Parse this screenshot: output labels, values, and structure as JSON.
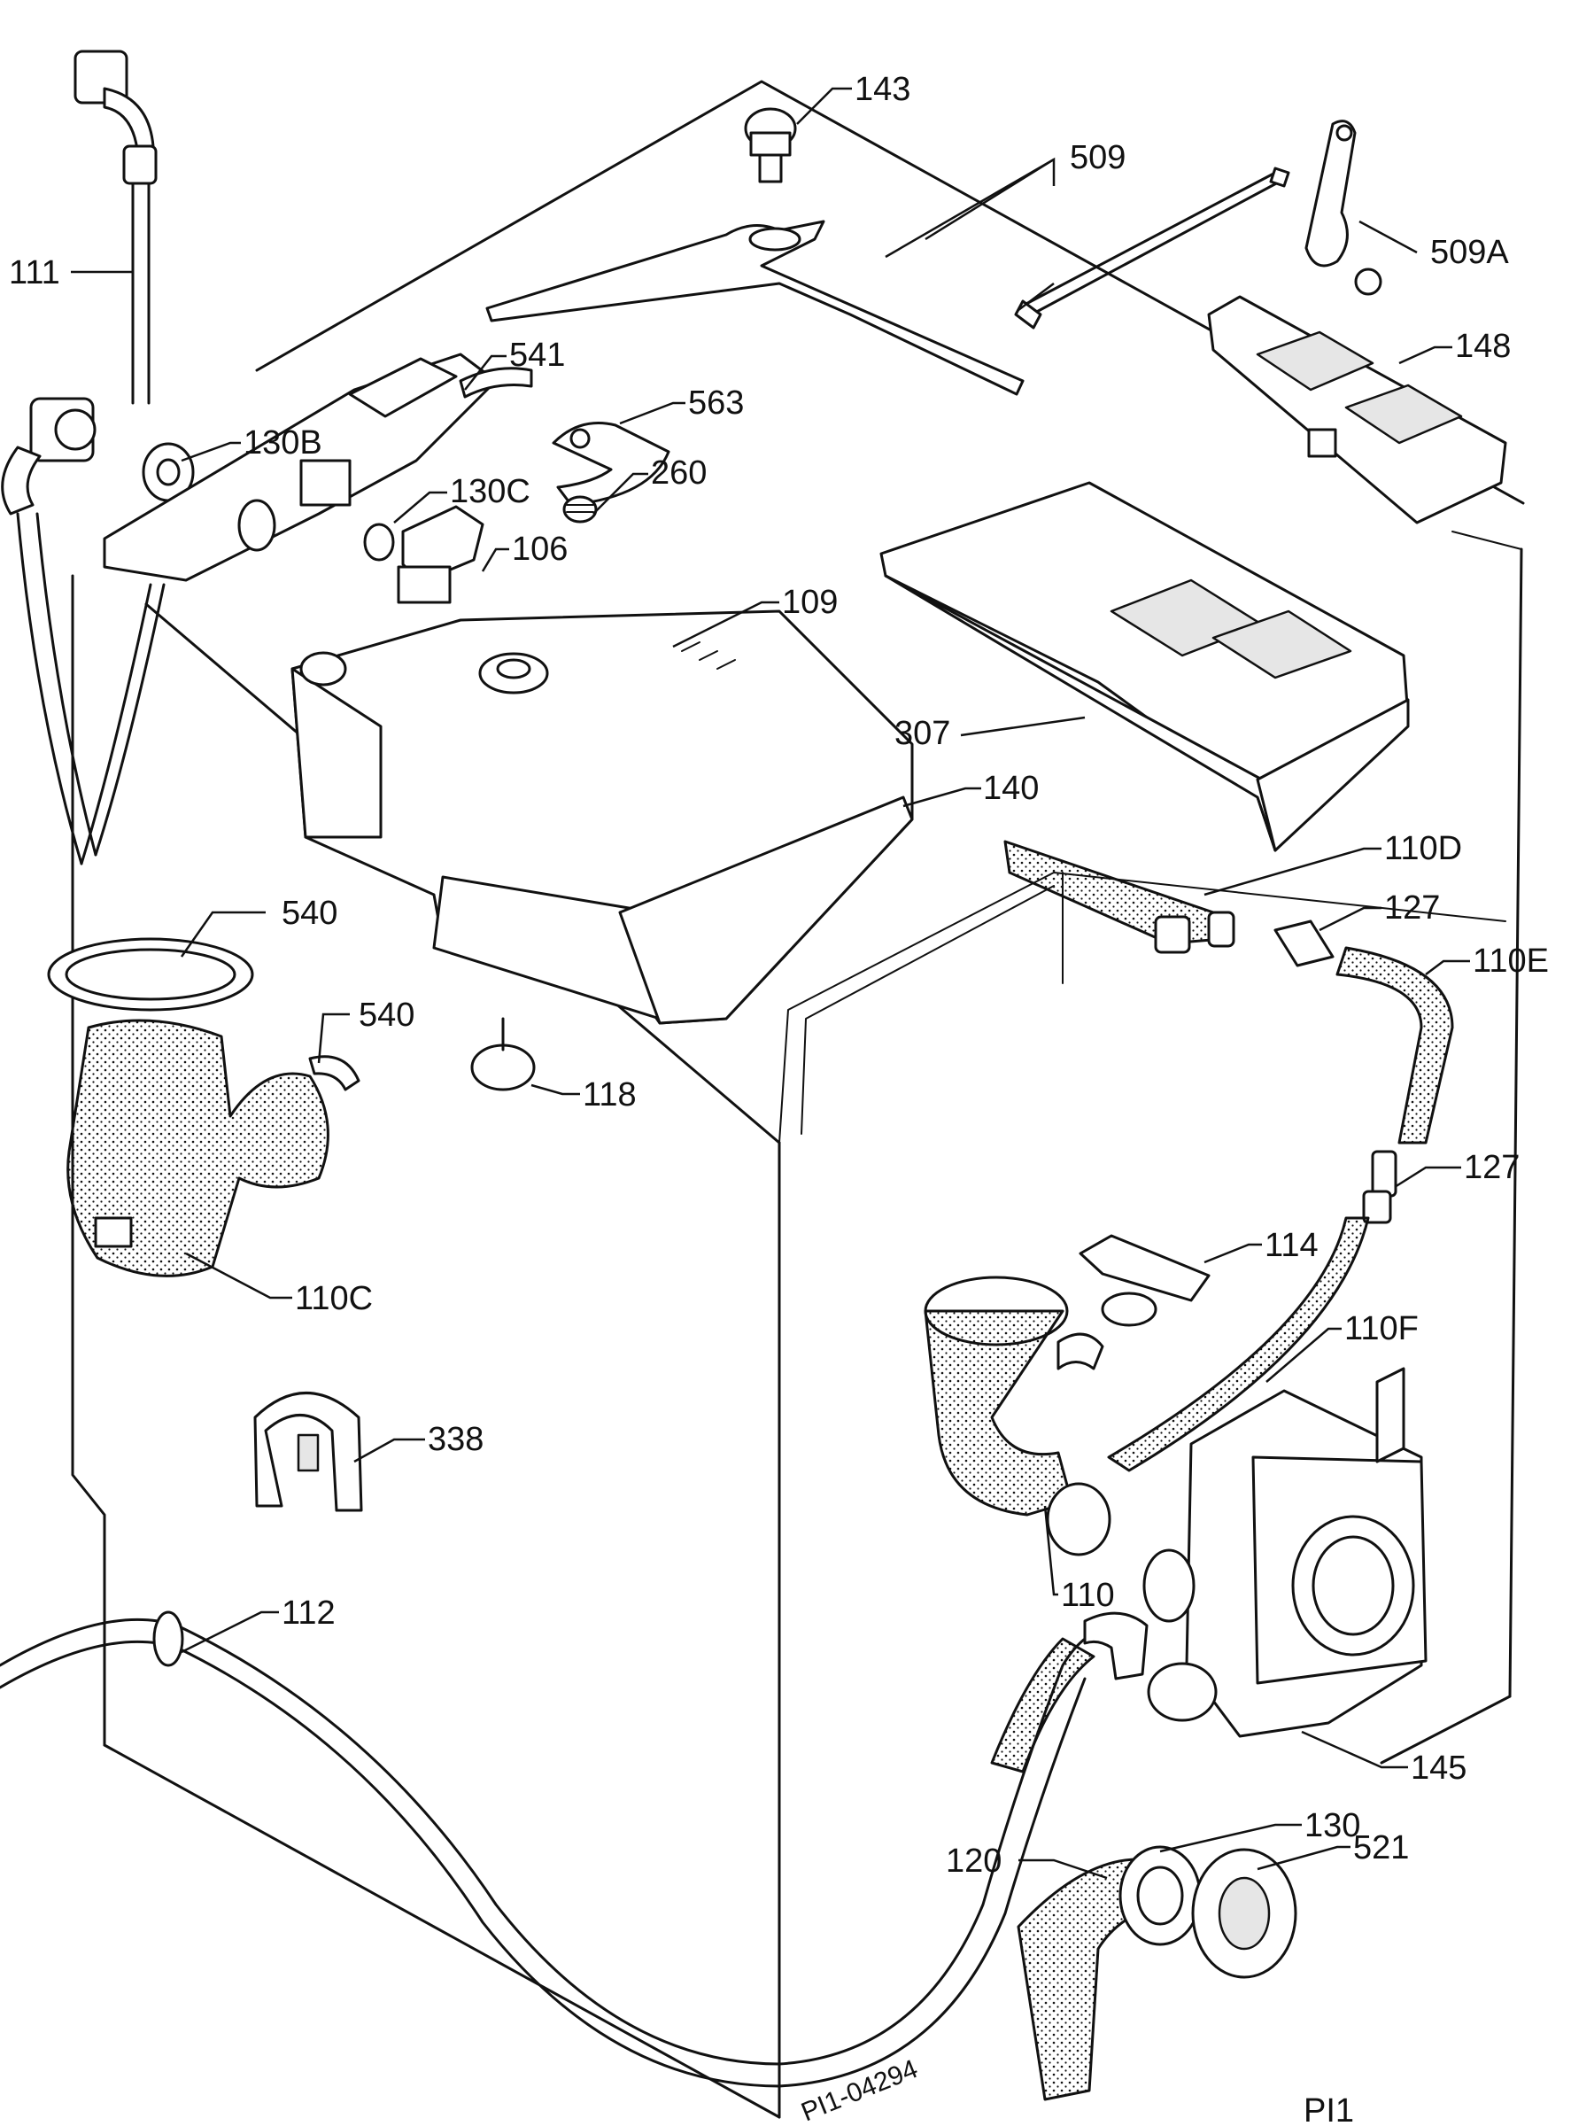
{
  "diagram": {
    "parts": [
      {
        "id": "p143",
        "label": "143"
      },
      {
        "id": "p509",
        "label": "509"
      },
      {
        "id": "p509a",
        "label": "509A"
      },
      {
        "id": "p111",
        "label": "111"
      },
      {
        "id": "p541",
        "label": "541"
      },
      {
        "id": "p148",
        "label": "148"
      },
      {
        "id": "p563",
        "label": "563"
      },
      {
        "id": "p130b",
        "label": "130B"
      },
      {
        "id": "p260",
        "label": "260"
      },
      {
        "id": "p130c",
        "label": "130C"
      },
      {
        "id": "p106",
        "label": "106"
      },
      {
        "id": "p109",
        "label": "109"
      },
      {
        "id": "p307",
        "label": "307"
      },
      {
        "id": "p140",
        "label": "140"
      },
      {
        "id": "p110d",
        "label": "110D"
      },
      {
        "id": "p540a",
        "label": "540"
      },
      {
        "id": "p127a",
        "label": "127"
      },
      {
        "id": "p110e",
        "label": "110E"
      },
      {
        "id": "p540b",
        "label": "540"
      },
      {
        "id": "p118",
        "label": "118"
      },
      {
        "id": "p127b",
        "label": "127"
      },
      {
        "id": "p110c",
        "label": "110C"
      },
      {
        "id": "p114",
        "label": "114"
      },
      {
        "id": "p110f",
        "label": "110F"
      },
      {
        "id": "p338",
        "label": "338"
      },
      {
        "id": "p110",
        "label": "110"
      },
      {
        "id": "p112",
        "label": "112"
      },
      {
        "id": "p145",
        "label": "145"
      },
      {
        "id": "p130",
        "label": "130"
      },
      {
        "id": "p120",
        "label": "120"
      },
      {
        "id": "p521",
        "label": "521"
      }
    ],
    "drawing_number": "PI1-04294",
    "page_code": "PI1"
  }
}
